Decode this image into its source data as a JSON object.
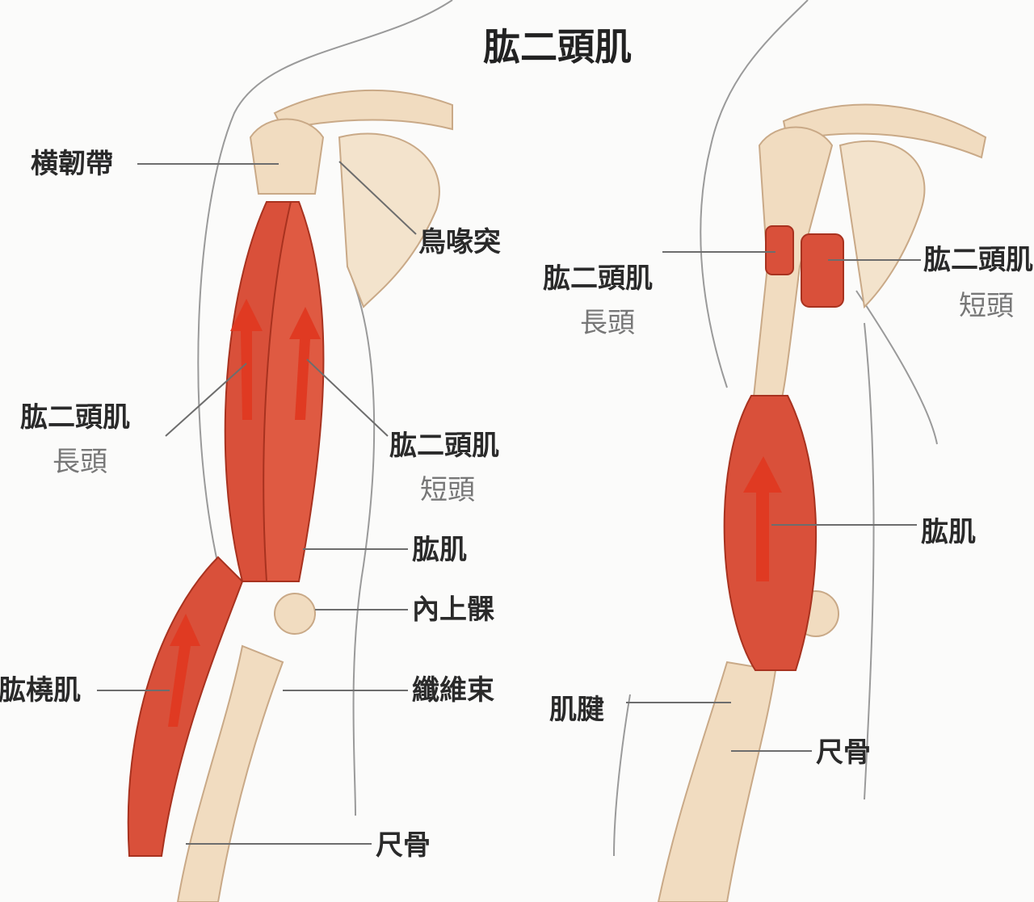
{
  "title": "肱二頭肌",
  "colors": {
    "muscle": "#d9503a",
    "bone": "#f1dcc0",
    "arrow": "#e03a22",
    "outline": "#8c8c8c"
  },
  "left_figure": {
    "labels": {
      "transverse_ligament": "横韌帶",
      "coracoid": "鳥喙突",
      "biceps_long": "肱二頭肌",
      "long_head": "長頭",
      "biceps_short": "肱二頭肌",
      "short_head": "短頭",
      "brachialis": "肱肌",
      "medial_epicondyle": "內上髁",
      "fiber_bundle": "纖維束",
      "brachioradialis": "肱橈肌",
      "ulna": "尺骨"
    }
  },
  "right_figure": {
    "labels": {
      "biceps_long": "肱二頭肌",
      "long_head": "長頭",
      "biceps_short": "肱二頭肌",
      "short_head": "短頭",
      "brachialis": "肱肌",
      "tendon": "肌腱",
      "ulna": "尺骨"
    }
  }
}
